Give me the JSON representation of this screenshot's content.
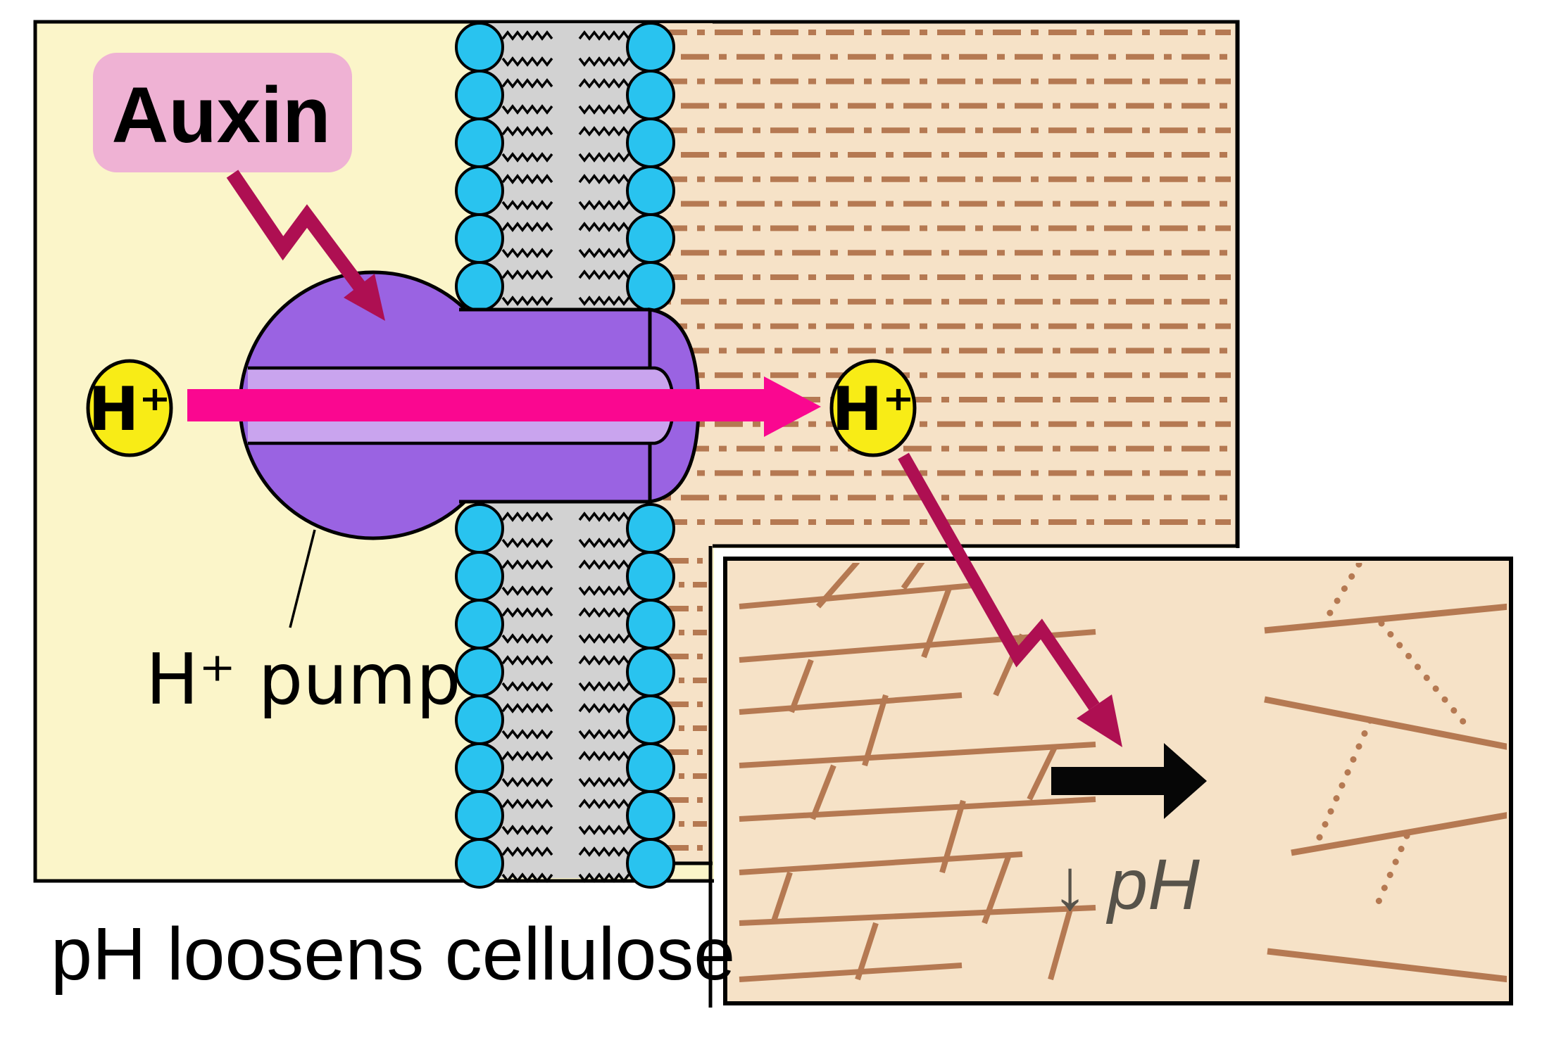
{
  "title": "Auxin acid-growth mechanism diagram",
  "labels": {
    "auxin": "Auxin",
    "proton_left": "H⁺",
    "proton_right": "H⁺",
    "pump": "H⁺ pump",
    "ph_down_arrow": "↓",
    "ph": " pH",
    "caption": "pH loosens cellulose"
  },
  "colors": {
    "cytoplasm_yellow": "#FBF5C9",
    "cell_wall_tan": "#F6E2C7",
    "membrane_gray": "#D2D2D2",
    "head_cyan": "#29C3EF",
    "pump_purple": "#9A63E2",
    "channel_light_purple": "#C9A4EE",
    "proton_arrow_magenta": "#FA0790",
    "signal_crimson": "#AE0F52",
    "auxin_pink": "#EFB2D4",
    "ion_yellow": "#F8EC16",
    "fiber_brown": "#B57952",
    "ph_text_gray": "#57534A",
    "outline_black": "#000000",
    "frame_white": "#FFFFFF"
  }
}
